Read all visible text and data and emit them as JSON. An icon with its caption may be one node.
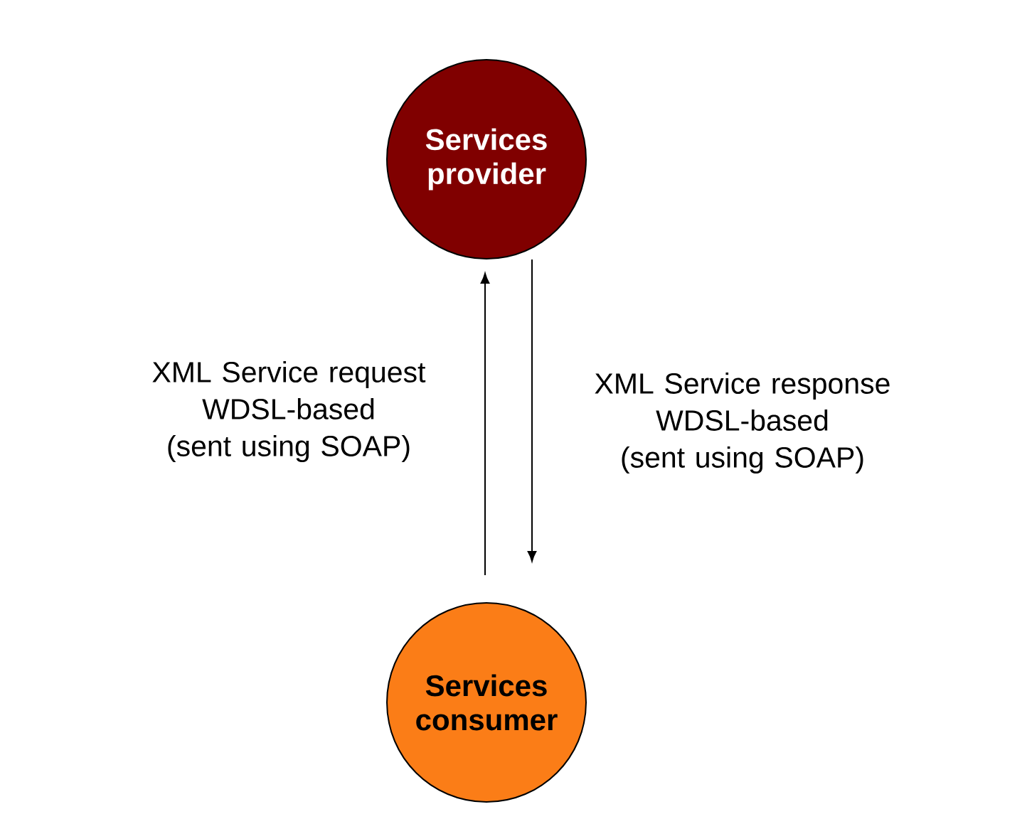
{
  "diagram": {
    "nodes": [
      {
        "text": [
          "Services provider"
        ]
      },
      {
        "text": [
          "Services consumer"
        ]
      }
    ],
    "edges": [
      {
        "from": 1,
        "to": 0,
        "arrow": "to",
        "label": "XML Service request WDSL-based (sent using SOAP)"
      },
      {
        "from": 0,
        "to": 1,
        "arrow": "to",
        "label": "XML Service response WDSL-based (sent using SOAP)"
      }
    ]
  }
}
